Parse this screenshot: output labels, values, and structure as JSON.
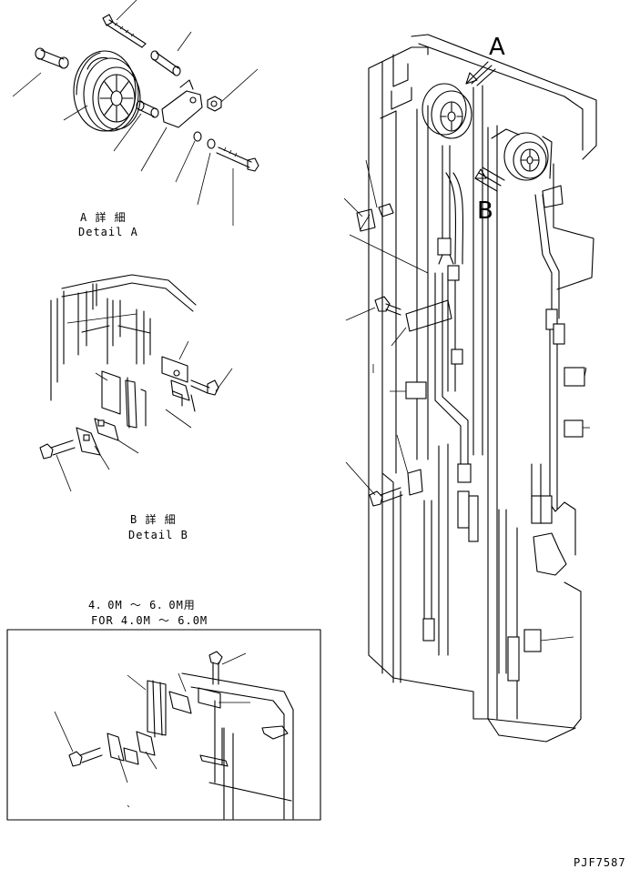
{
  "labels": {
    "detail_a_jp": "A 詳 細",
    "detail_a_en": "Detail A",
    "detail_b_jp": "B 詳 細",
    "detail_b_en": "Detail B",
    "range_jp": "4．0M ～ 6．0M用",
    "range_en": "FOR 4.0M ～ 6.0M",
    "callout_a": "A",
    "callout_b": "B",
    "drawing_id": "PJF7587"
  }
}
